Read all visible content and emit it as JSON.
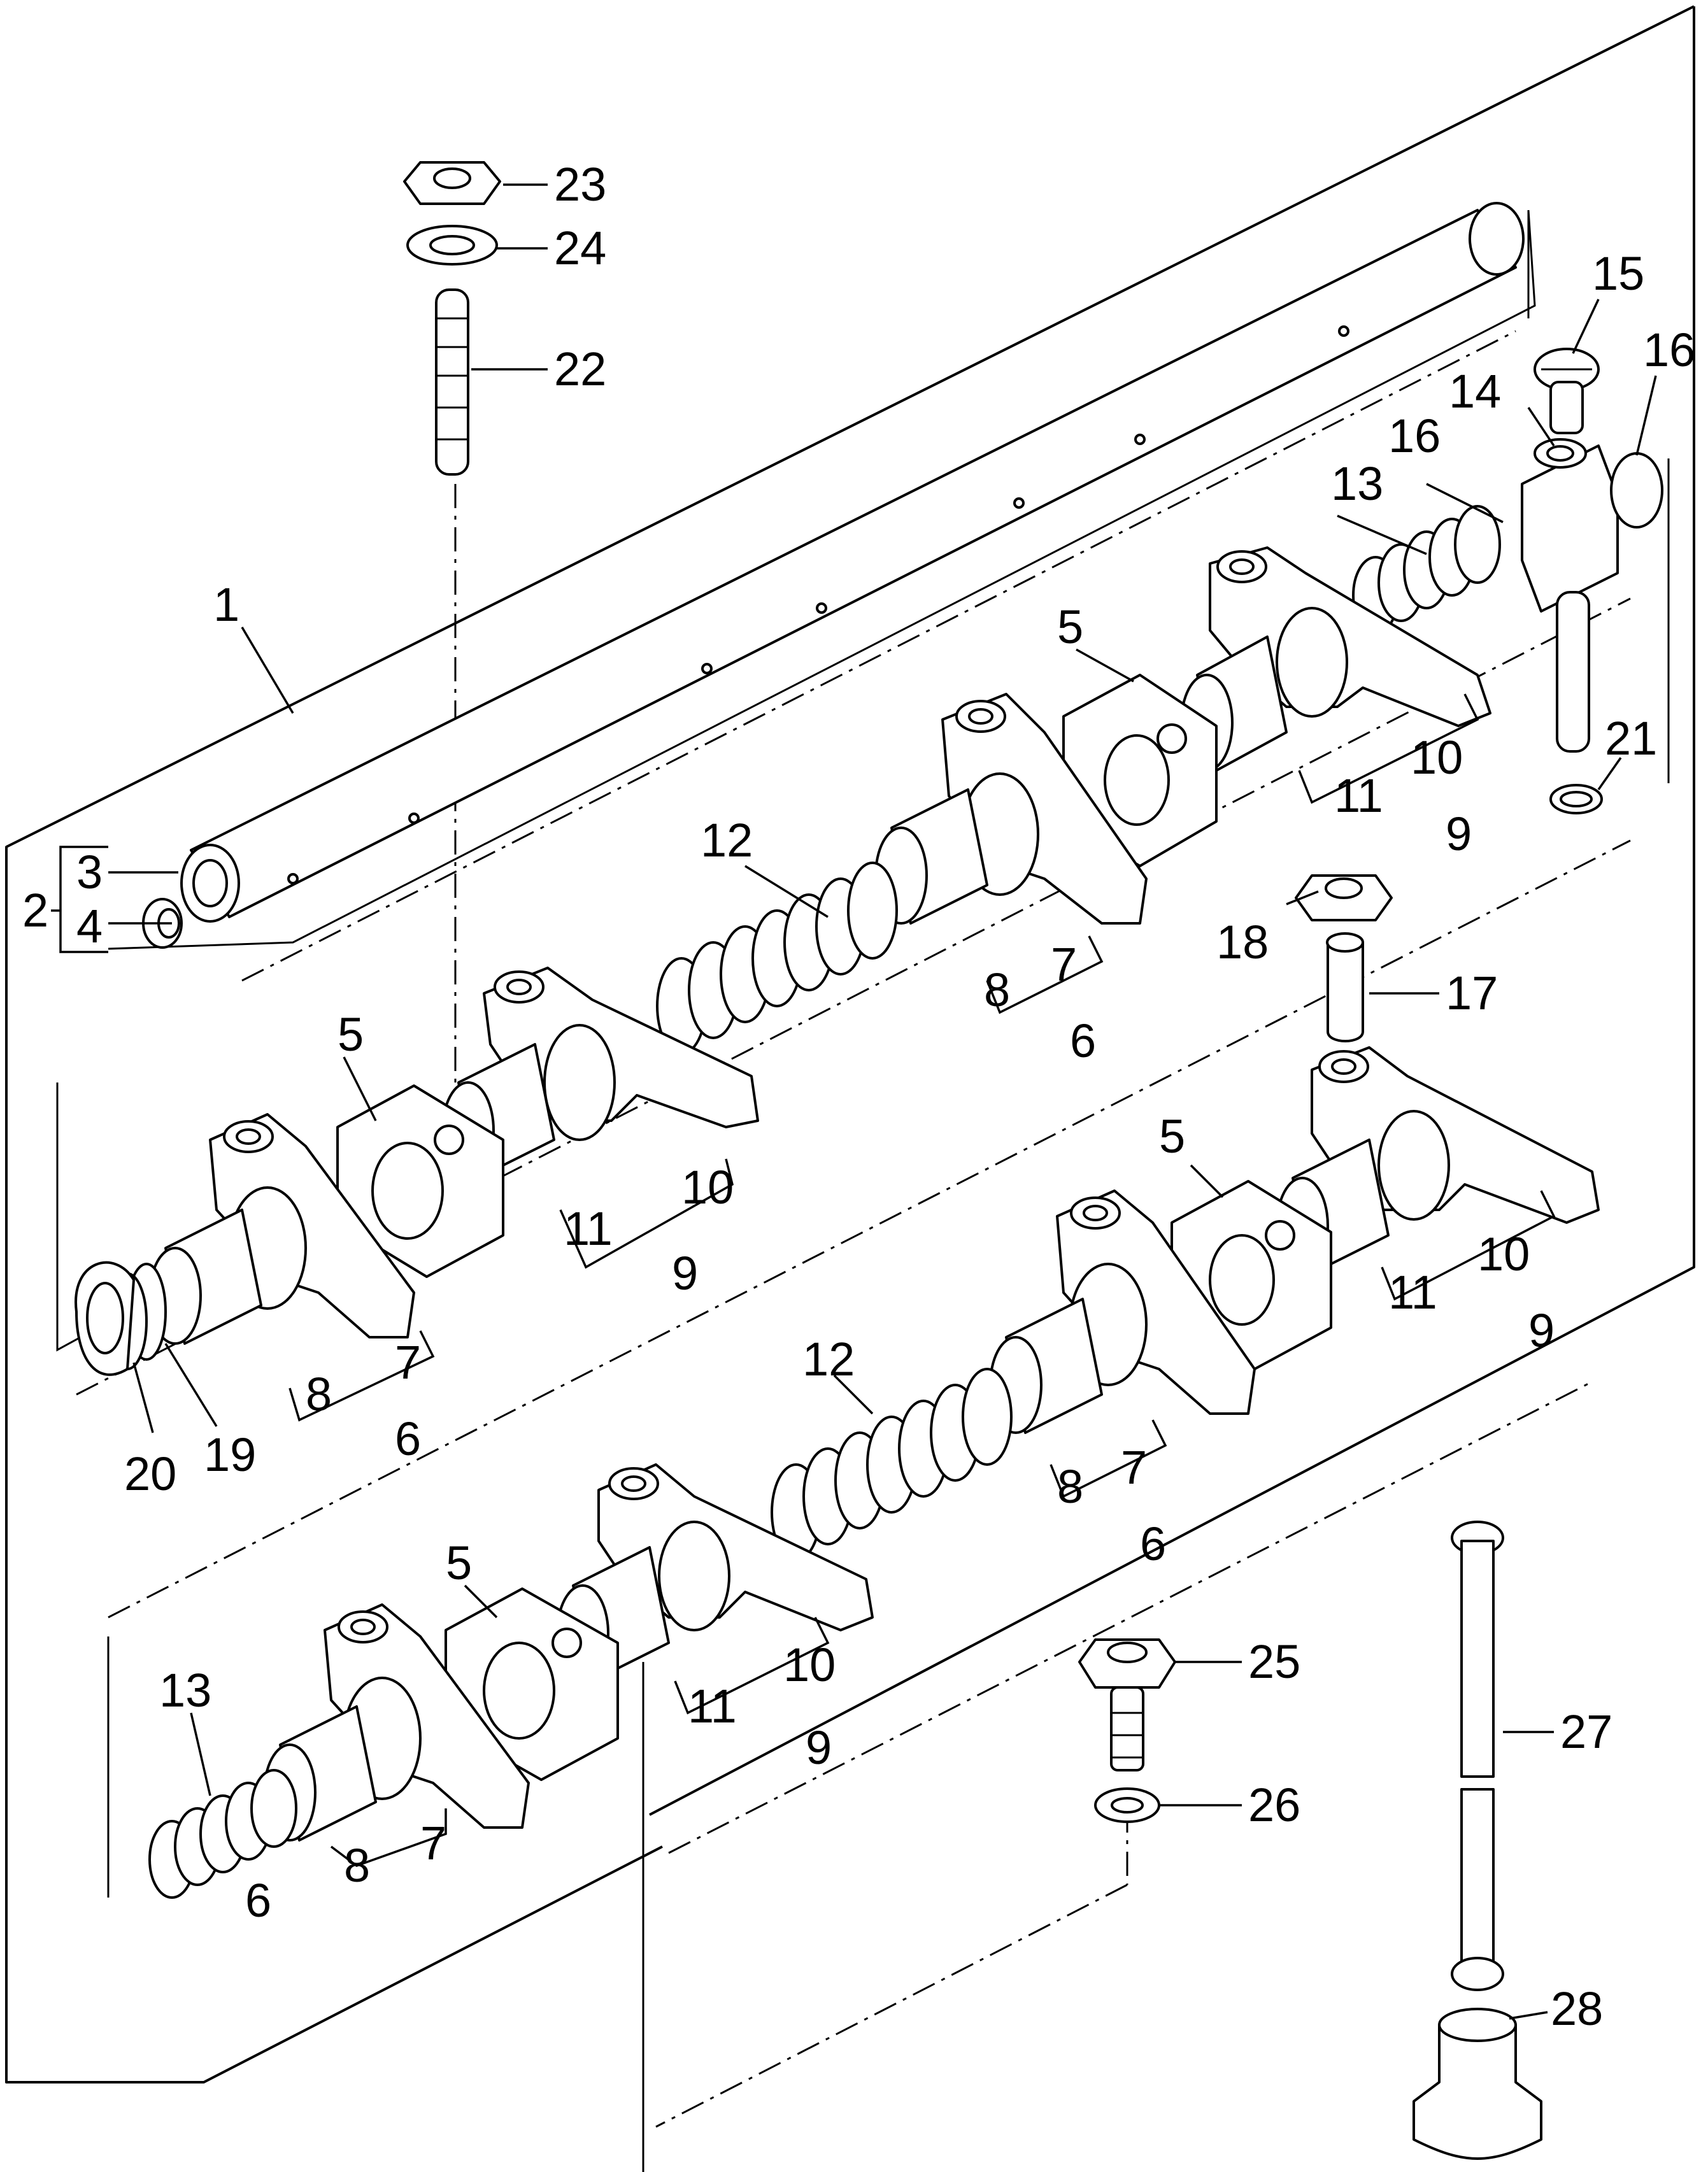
{
  "callouts": {
    "n1": "1",
    "n2": "2",
    "n3": "3",
    "n4": "4",
    "n5": "5",
    "n6": "6",
    "n7": "7",
    "n8": "8",
    "n9": "9",
    "n10": "10",
    "n11": "11",
    "n12": "12",
    "n13": "13",
    "n14": "14",
    "n15": "15",
    "n16": "16",
    "n17": "17",
    "n18": "18",
    "n19": "19",
    "n20": "20",
    "n21": "21",
    "n22": "22",
    "n23": "23",
    "n24": "24",
    "n25": "25",
    "n26": "26",
    "n27": "27",
    "n28": "28"
  }
}
